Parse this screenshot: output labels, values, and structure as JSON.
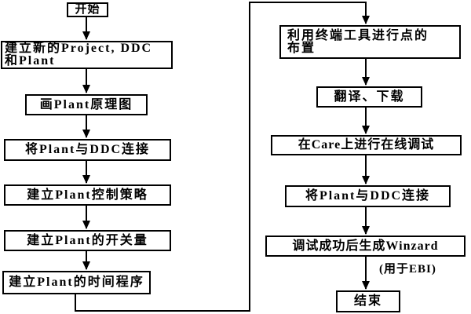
{
  "diagram": {
    "type": "flowchart",
    "colors": {
      "background": "#ffffff",
      "line": "#000000",
      "text": "#000000",
      "node_fill": "#ffffff"
    },
    "left_column": {
      "start": "开始",
      "create_project": "建立新的Project, DDC\n和Plant",
      "draw_plant_diagram": "画Plant原理图",
      "connect_plant_ddc": "将Plant与DDC连接",
      "control_strategy": "建立Plant控制策略",
      "switch_quantity": "建立Plant的开关量",
      "time_program": "建立Plant的时间程序"
    },
    "right_column": {
      "terminal_tool_points": "利用终端工具进行点的\n布置",
      "translate_download": "翻译、下载",
      "care_online_debug": "在Care上进行在线调试",
      "connect_plant_ddc_2": "将Plant与DDC连接",
      "generate_winzard": "调试成功后生成Winzard",
      "winzard_note": "(用于EBI)",
      "end": "结束"
    }
  }
}
